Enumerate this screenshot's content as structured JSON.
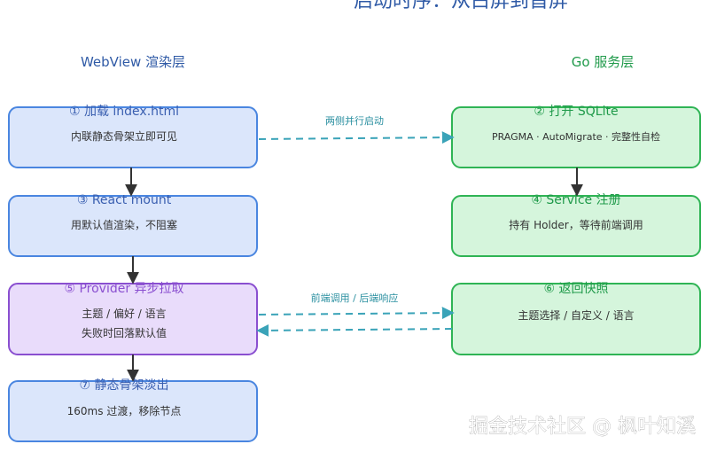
{
  "title": "启动时序：从白屏到首屏",
  "columns": {
    "left": "WebView 渲染层",
    "right": "Go 服务层"
  },
  "nodes": {
    "n1": {
      "title": "① 加载 index.html",
      "lines": [
        "内联静态骨架立即可见"
      ]
    },
    "n3": {
      "title": "③ React mount",
      "lines": [
        "用默认值渲染，不阻塞"
      ]
    },
    "n5": {
      "title": "⑤ Provider 异步拉取",
      "lines": [
        "主题 / 偏好 / 语言",
        "失败时回落默认值"
      ]
    },
    "n7": {
      "title": "⑦ 静态骨架淡出",
      "lines": [
        "160ms 过渡，移除节点"
      ]
    },
    "n2": {
      "title": "② 打开 SQLite",
      "lines": [
        "PRAGMA · AutoMigrate · 完整性自检"
      ]
    },
    "n4": {
      "title": "④ Service 注册",
      "lines": [
        "持有 Holder，等待前端调用"
      ]
    },
    "n6": {
      "title": "⑥ 返回快照",
      "lines": [
        "主题选择 / 自定义 / 语言"
      ]
    }
  },
  "edge_labels": {
    "parallel": "两侧并行启动",
    "call_response": "前端调用 / 后端响应"
  },
  "colors": {
    "blue_fill": "#dbe6fb",
    "blue_stroke": "#4a86e0",
    "purple_fill": "#e9dcfb",
    "purple_stroke": "#8a4fd0",
    "green_fill": "#d5f5dc",
    "green_stroke": "#2fb455",
    "dashed_arrow": "#3aa3b8",
    "solid_arrow": "#333333"
  },
  "watermark": "掘金技术社区 @ 枫叶知溪"
}
